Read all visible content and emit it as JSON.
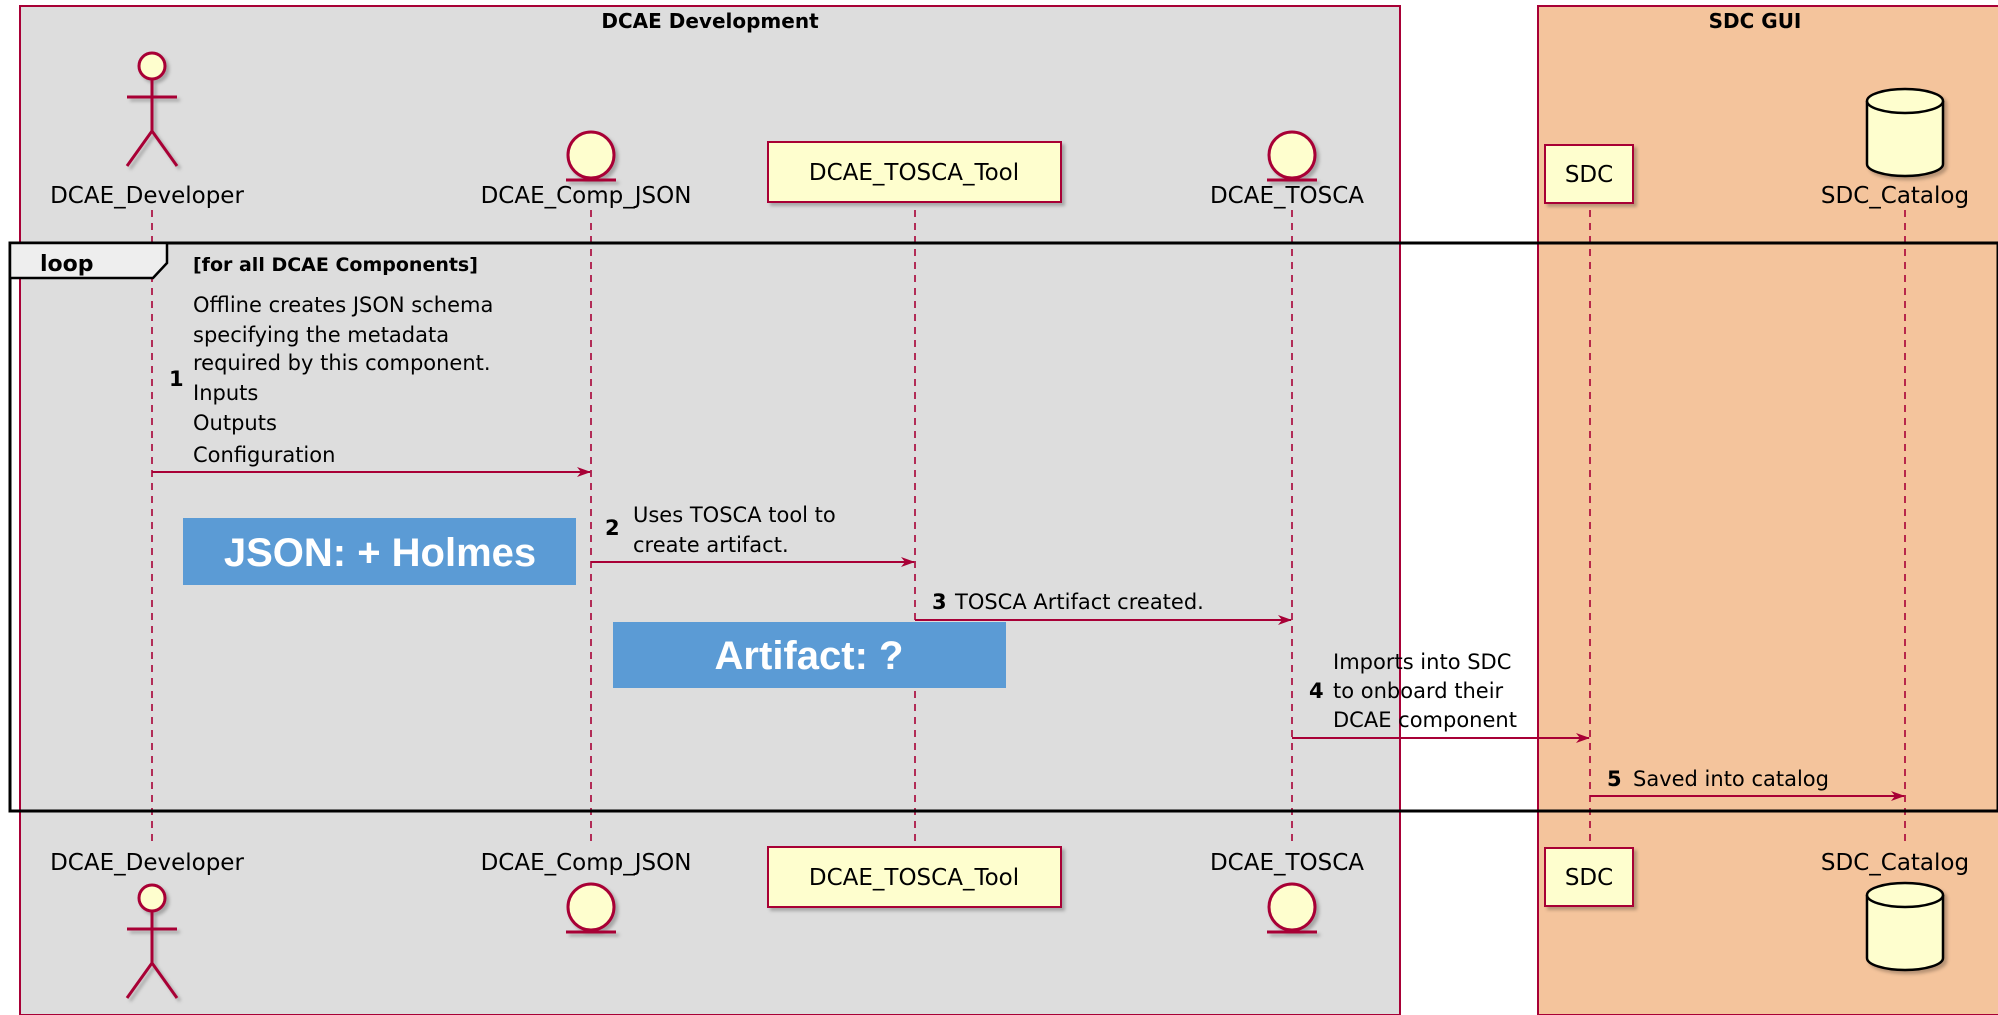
{
  "boxes": {
    "dcae_title": "DCAE Development",
    "sdc_title": "SDC GUI"
  },
  "participants": {
    "developer": "DCAE_Developer",
    "comp_json": "DCAE_Comp_JSON",
    "tosca_tool": "DCAE_TOSCA_Tool",
    "tosca": "DCAE_TOSCA",
    "sdc": "SDC",
    "catalog": "SDC_Catalog"
  },
  "loop": {
    "label": "loop",
    "guard": "[for all DCAE Components]"
  },
  "messages": [
    {
      "number": "1",
      "lines": [
        "Offline creates JSON schema",
        "specifying the metadata",
        "required by this component.",
        "Inputs",
        "Outputs",
        "Configuration"
      ]
    },
    {
      "number": "2",
      "lines": [
        "Uses TOSCA tool to",
        "create artifact."
      ]
    },
    {
      "number": "3",
      "lines": [
        "TOSCA Artifact created."
      ]
    },
    {
      "number": "4",
      "lines": [
        "Imports into SDC",
        "to onboard their",
        "DCAE component"
      ]
    },
    {
      "number": "5",
      "lines": [
        "Saved into catalog"
      ]
    }
  ],
  "overlays": {
    "json": "JSON: + Holmes",
    "artifact": "Artifact: ?"
  },
  "colors": {
    "dcae_box_fill": "#dddddd",
    "sdc_box_fill": "#f4c49c",
    "border": "#a80036",
    "participant_fill": "#fefece",
    "overlay_fill": "#5b9bd5"
  }
}
